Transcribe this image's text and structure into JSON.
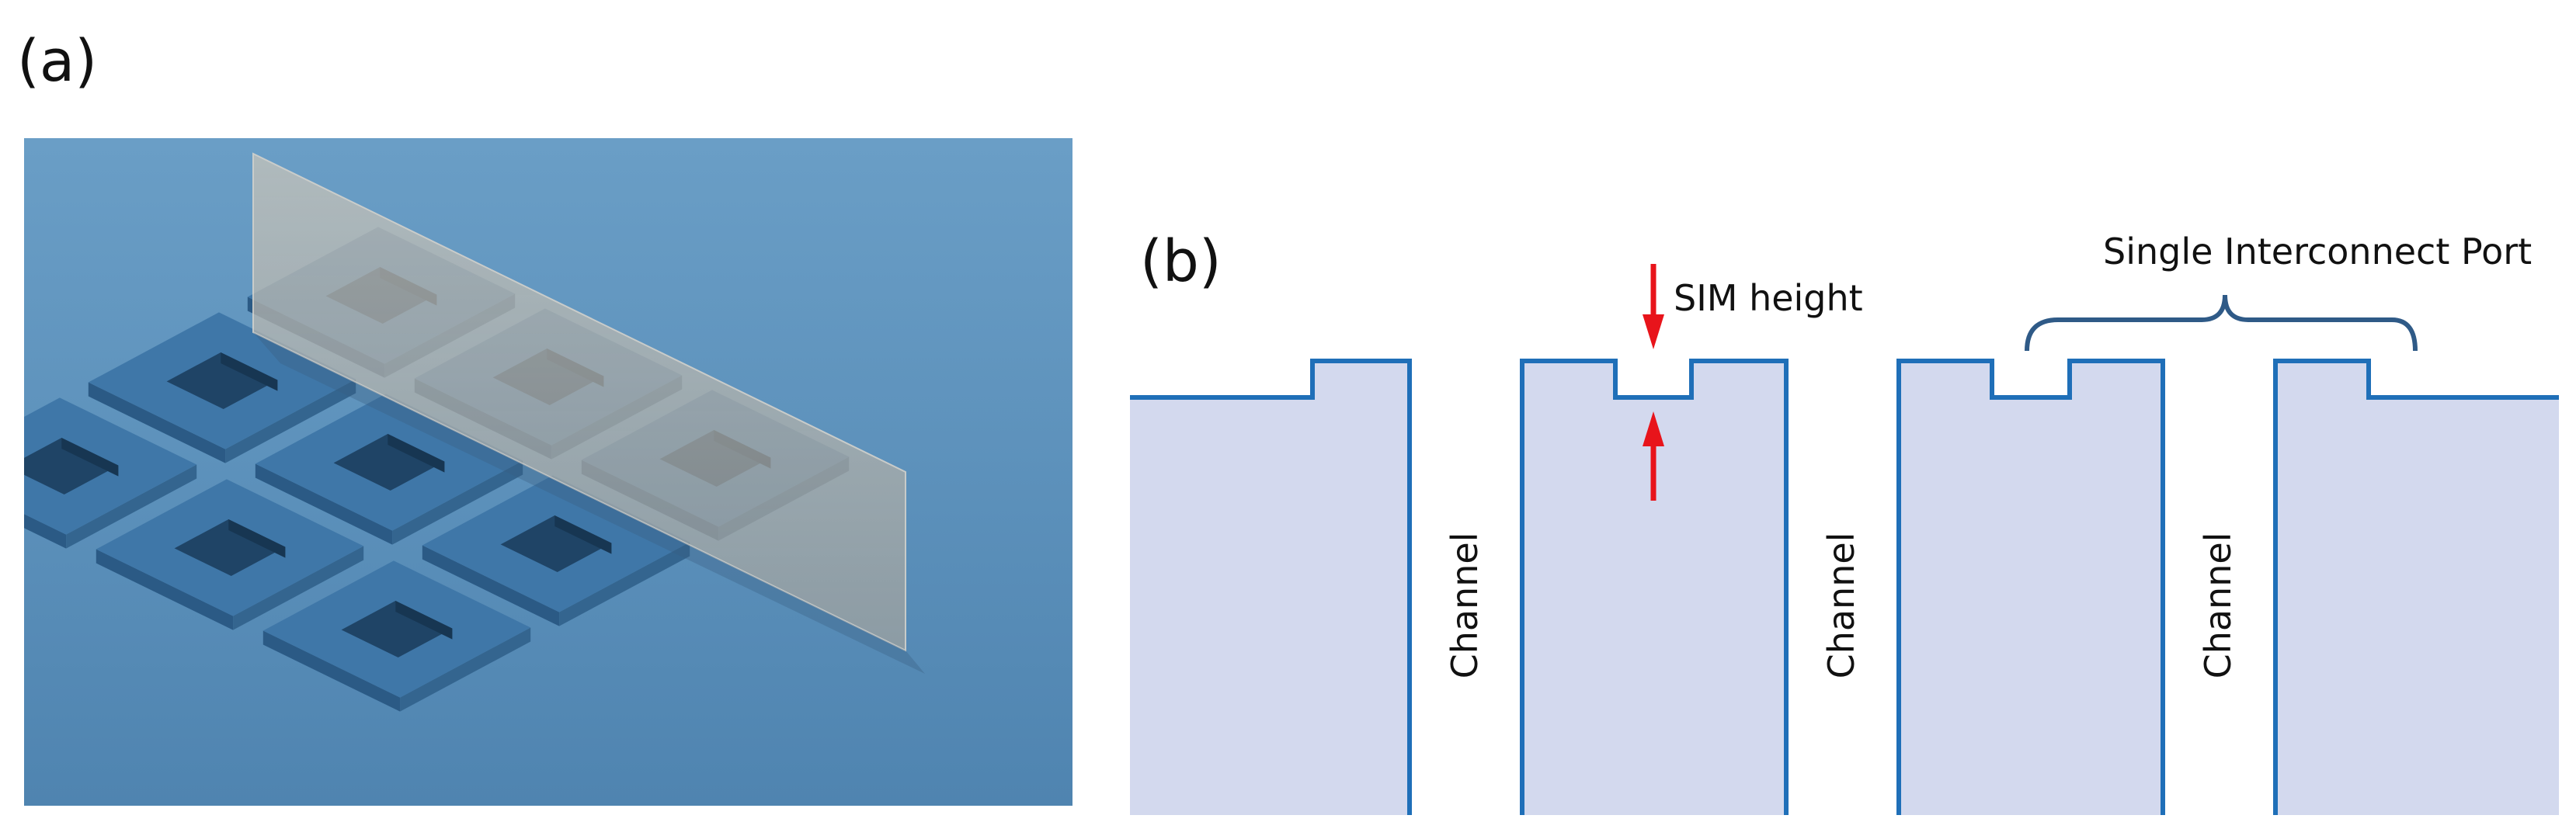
{
  "panels": {
    "a": {
      "label": "(a)"
    },
    "b": {
      "label": "(b)",
      "sim_height_label": "SIM height",
      "port_label": "Single Interconnect Port",
      "channel_label": "Channel"
    }
  },
  "colors": {
    "render_background": "#5a8eb8",
    "tile": "#3f77a8",
    "tile_dark": "#2b5a85",
    "cross_section_plane": "#b9b6ae",
    "die_fill": "#d3d9ee",
    "die_outline": "#1f6fb8",
    "arrow": "#e8141b",
    "brace": "#2f5a87"
  },
  "icons": {
    "arrow_down": "red-down-arrow-icon",
    "arrow_up": "red-up-arrow-icon",
    "brace": "curly-brace"
  }
}
